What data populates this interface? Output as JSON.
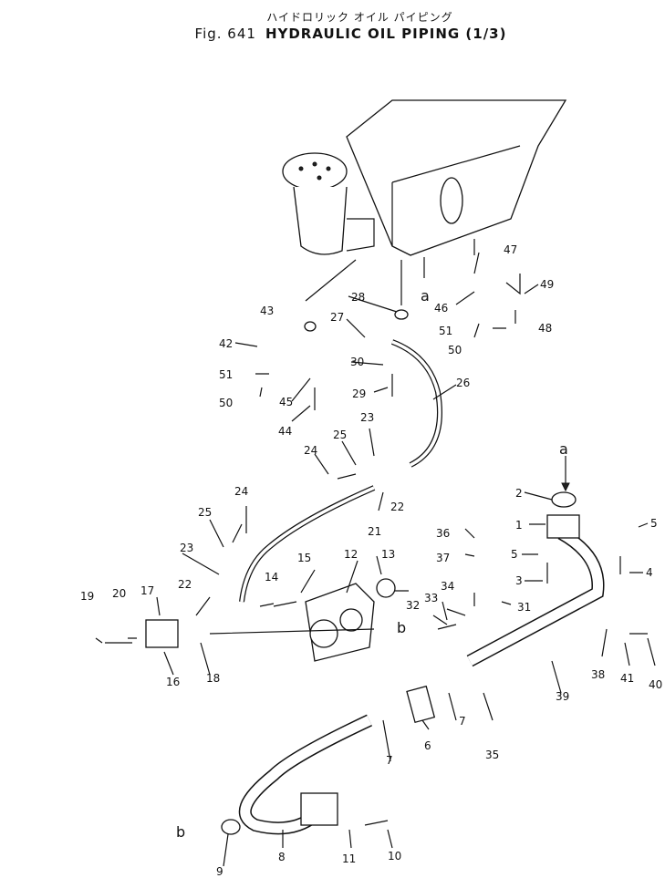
{
  "header": {
    "japanese_title": "ハイドロリック オイル パイピング",
    "fig_number": "Fig. 641",
    "title": "HYDRAULIC OIL PIPING (1/3)"
  },
  "callouts": [
    "1",
    "2",
    "3",
    "4",
    "5",
    "5",
    "6",
    "7",
    "7",
    "8",
    "9",
    "10",
    "11",
    "12",
    "13",
    "14",
    "15",
    "16",
    "17",
    "18",
    "19",
    "20",
    "22",
    "22",
    "23",
    "23",
    "24",
    "24",
    "25",
    "25",
    "21",
    "26",
    "27",
    "28",
    "29",
    "30",
    "31",
    "32",
    "33",
    "34",
    "35",
    "36",
    "37",
    "38",
    "39",
    "40",
    "41",
    "42",
    "43",
    "44",
    "45",
    "46",
    "47",
    "48",
    "49",
    "50",
    "50",
    "51",
    "51"
  ],
  "reference_marks": [
    "a",
    "a",
    "b",
    "b"
  ]
}
